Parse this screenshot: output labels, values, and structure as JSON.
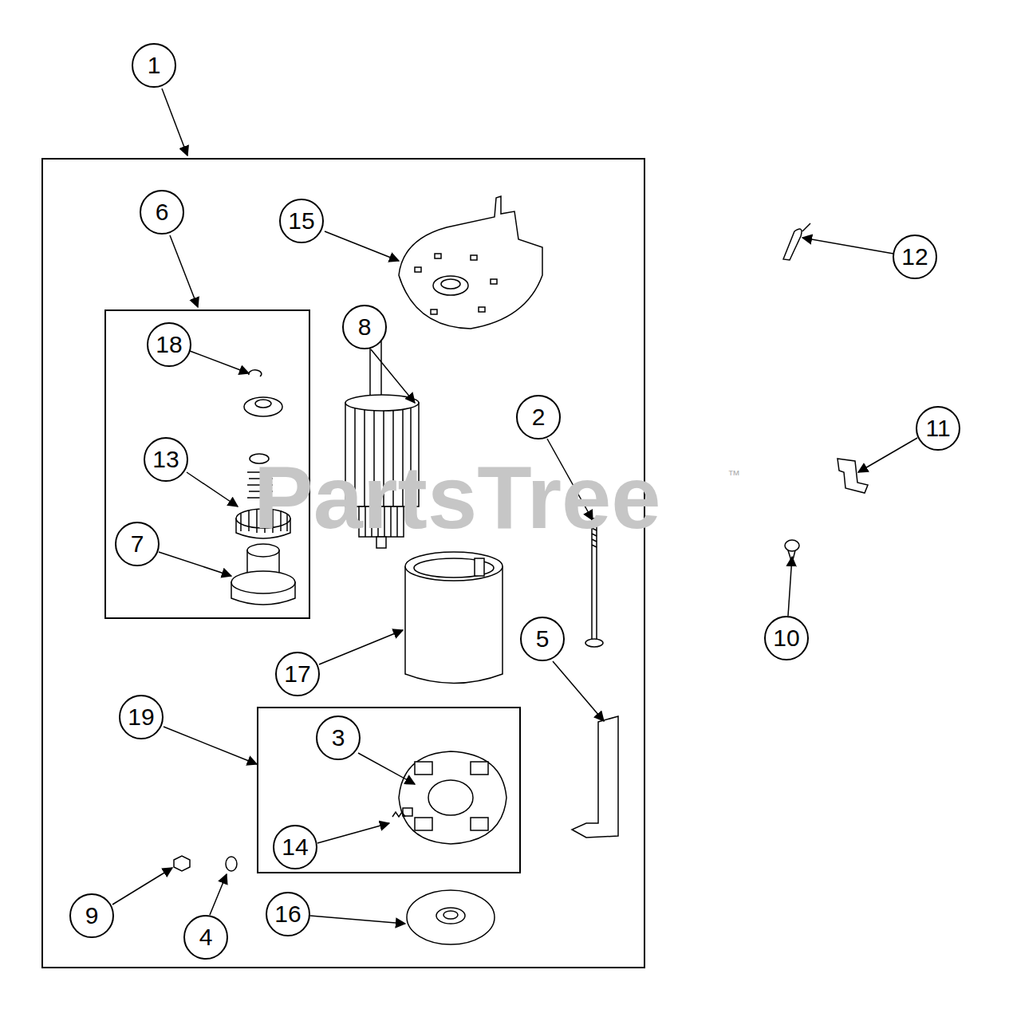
{
  "diagram": {
    "nodes": [
      {
        "text": [
          "1"
        ]
      },
      {
        "text": [
          "6"
        ]
      },
      {
        "text": [
          "15"
        ]
      },
      {
        "text": [
          "12"
        ]
      },
      {
        "text": [
          "8"
        ]
      },
      {
        "text": [
          "18"
        ]
      },
      {
        "text": [
          "2"
        ]
      },
      {
        "text": [
          "11"
        ]
      },
      {
        "text": [
          "13"
        ]
      },
      {
        "text": [
          "7"
        ]
      },
      {
        "text": [
          "10"
        ]
      },
      {
        "text": [
          "5"
        ]
      },
      {
        "text": [
          "17"
        ]
      },
      {
        "text": [
          "19"
        ]
      },
      {
        "text": [
          "3"
        ]
      },
      {
        "text": [
          "14"
        ]
      },
      {
        "text": [
          "9"
        ]
      },
      {
        "text": [
          "4"
        ]
      },
      {
        "text": [
          "16"
        ]
      }
    ],
    "labels": [
      "PartsTree",
      "™"
    ]
  }
}
